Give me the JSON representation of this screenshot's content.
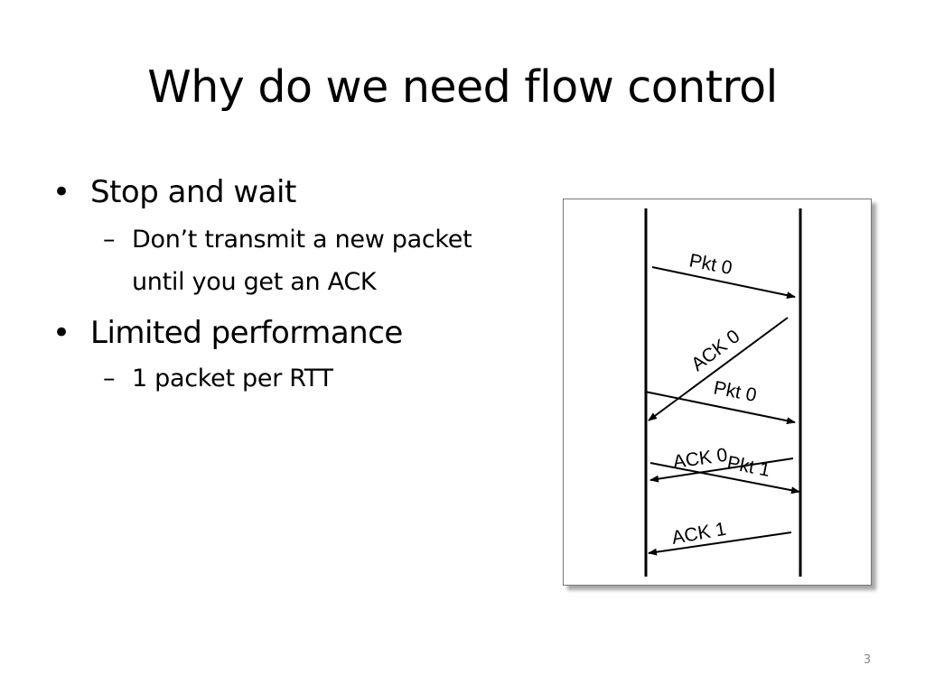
{
  "title": "Why do we need flow control",
  "bullets": [
    {
      "text": "Stop and wait",
      "sub": [
        "Don’t transmit a new packet until you get an ACK"
      ]
    },
    {
      "text": "Limited performance",
      "sub": [
        "1 packet per RTT"
      ]
    }
  ],
  "diagram": {
    "labels": {
      "pkt0_first": "Pkt 0",
      "ack0_first": "ACK 0",
      "pkt0_second": "Pkt 0",
      "ack0_second": "ACK 0",
      "pkt1": "Pkt 1",
      "ack1": "ACK 1"
    },
    "line_color": "#000000"
  },
  "page_number": "3"
}
